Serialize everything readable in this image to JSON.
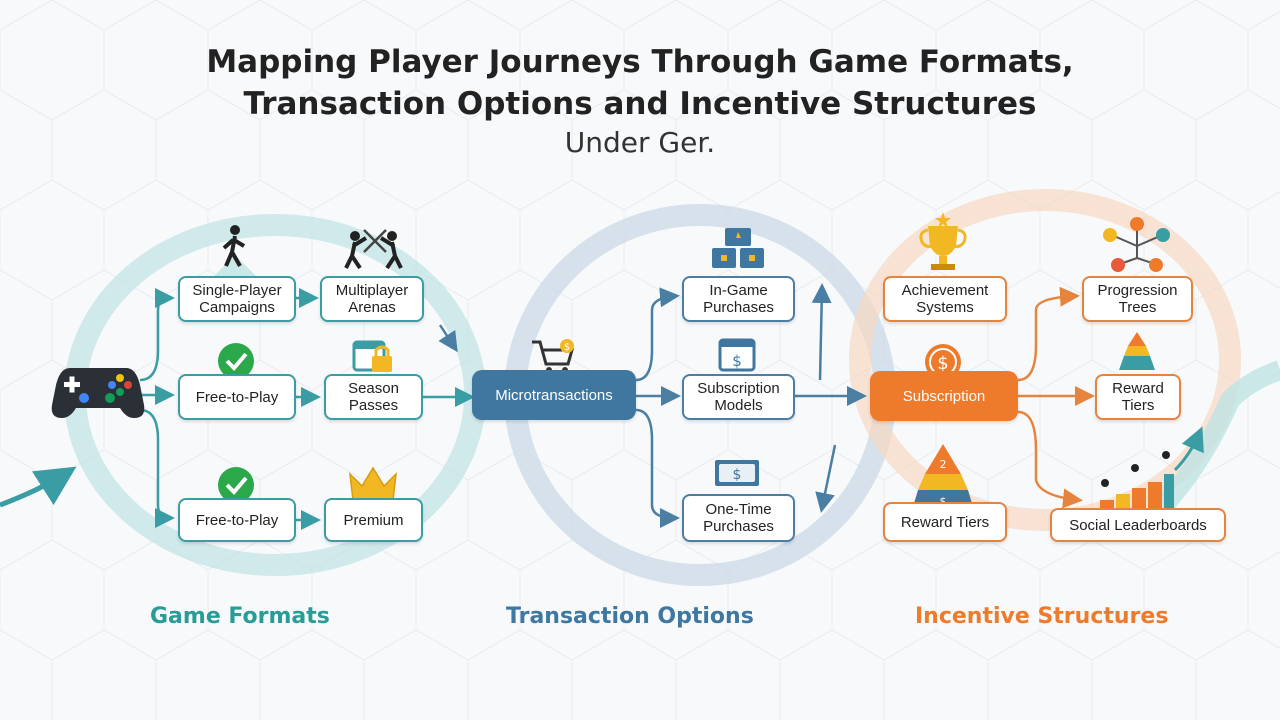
{
  "title": {
    "line1": "Mapping Player Journeys Through Game Formats,",
    "line2": "Transaction Options and Incentive Structures",
    "line3": "Under Ger."
  },
  "colors": {
    "teal": "#3a9da3",
    "blue": "#4a7fa3",
    "orange": "#ee7a2c"
  },
  "sections": {
    "game_formats": "Game Formats",
    "transaction_options": "Transaction Options",
    "incentive_structures": "Incentive Structures"
  },
  "game_formats": {
    "single_player": "Single-Player\nCampaigns",
    "multiplayer": "Multiplayer\nArenas",
    "free_to_play_1": "Free-to-Play",
    "season_passes": "Season\nPasses",
    "free_to_play_2": "Free-to-Play",
    "premium": "Premium"
  },
  "transaction_options": {
    "hub": "Microtransactions",
    "in_game": "In-Game\nPurchases",
    "subscription_models": "Subscription\nModels",
    "one_time": "One-Time\nPurchases"
  },
  "incentive_structures": {
    "hub": "Subscription",
    "achievement": "Achievement\nSystems",
    "reward_tiers_left": "Reward Tiers",
    "progression": "Progression\nTrees",
    "reward_tiers_right": "Reward\nTiers",
    "leaderboards": "Social Leaderboards"
  },
  "icons": [
    "game-controller-icon",
    "single-player-icon",
    "multiplayer-icon",
    "checkmark-icon",
    "calendar-lock-icon",
    "crown-icon",
    "shopping-cart-icon",
    "treasure-chest-icon",
    "calendar-dollar-icon",
    "dollar-bill-icon",
    "trophy-icon",
    "dollar-coin-icon",
    "pyramid-icon",
    "skill-tree-icon",
    "leaderboard-icon"
  ]
}
